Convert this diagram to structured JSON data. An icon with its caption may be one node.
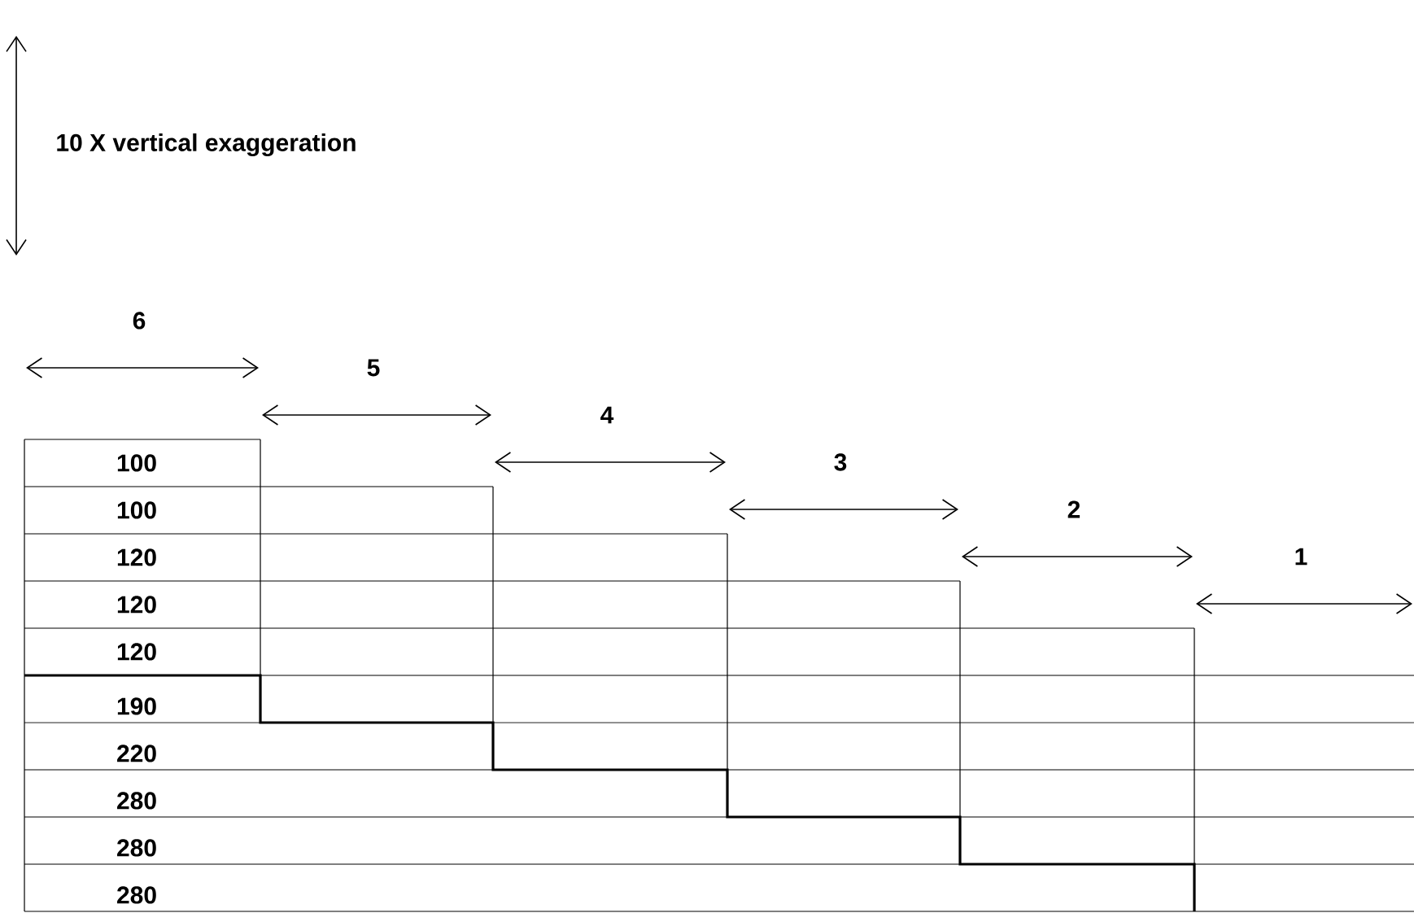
{
  "diagram": {
    "labels": [
      "10 X vertical exaggeration",
      "6",
      "5",
      "4",
      "3",
      "2",
      "1",
      "100",
      "100",
      "120",
      "120",
      "120",
      "190",
      "220",
      "280",
      "280",
      "280"
    ]
  }
}
